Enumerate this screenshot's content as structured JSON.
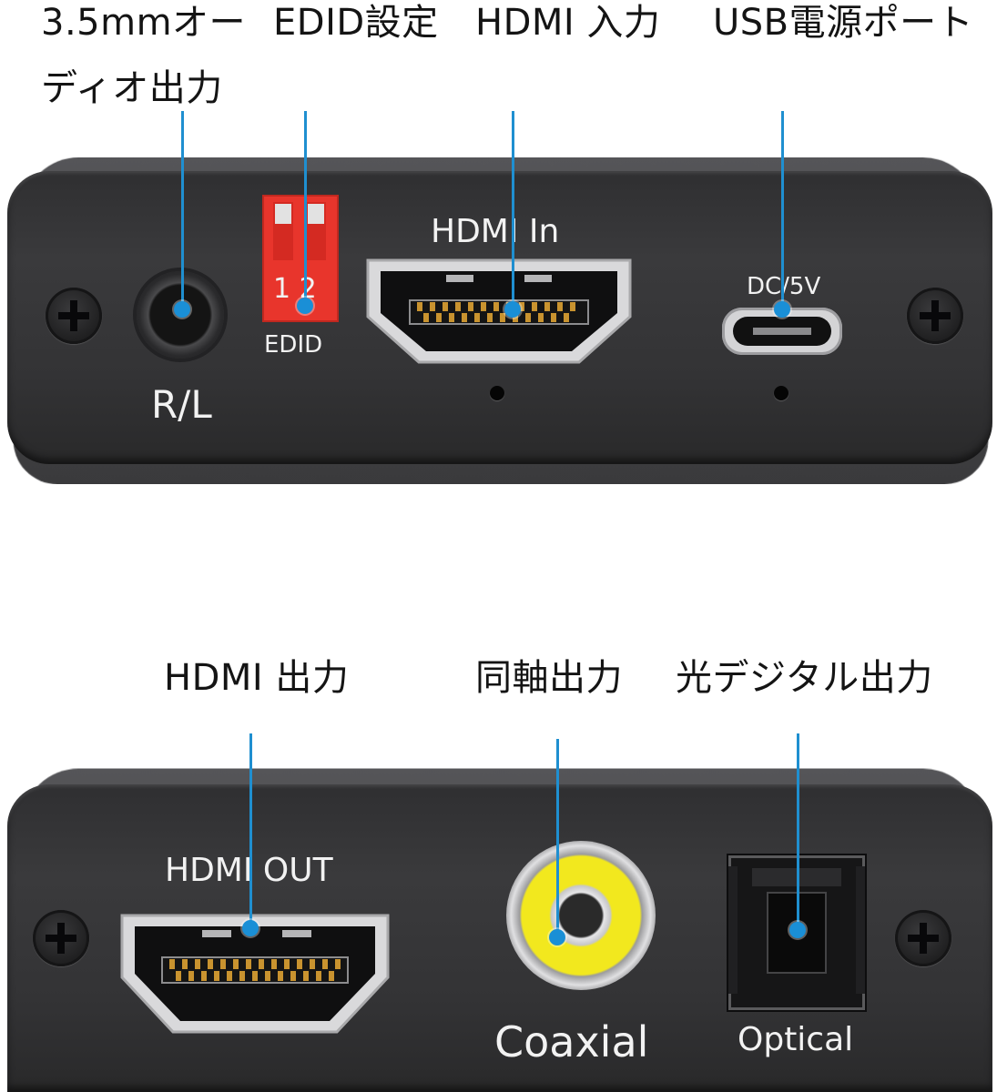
{
  "callouts": {
    "audio_line1": "3.5mmオー",
    "audio_line2": "ディオ出力",
    "edid_setting": "EDID設定",
    "hdmi_input": "HDMI 入力",
    "usb_power": "USB電源ポート",
    "hdmi_output": "HDMI 出力",
    "coaxial_output": "同軸出力",
    "optical_output": "光デジタル出力"
  },
  "top_panel": {
    "audio_jack_label": "R/L",
    "dip_numbers": "1 2",
    "edid_label": "EDID",
    "hdmi_in_label": "HDMI In",
    "dc_label": "DC/5V"
  },
  "bottom_panel": {
    "hdmi_out_label": "HDMI OUT",
    "coaxial_label": "Coaxial",
    "optical_label": "Optical"
  },
  "colors": {
    "leader_line": "#1f8fd0",
    "device_body": "#333335",
    "dip_switch": "#e8352c",
    "coaxial_insulator": "#f2e81e"
  }
}
